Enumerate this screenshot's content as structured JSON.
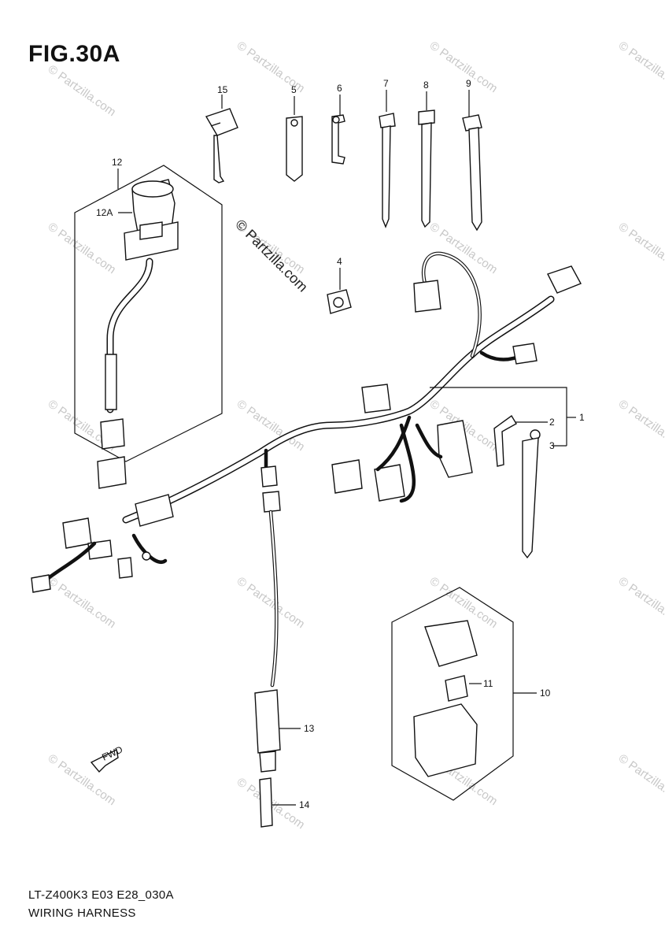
{
  "figure": {
    "title": "FIG.30A",
    "code": "LT-Z400K3 E03 E28_030A",
    "name": "WIRING HARNESS"
  },
  "watermark": {
    "center_text": "© Partzilla.com",
    "tile_text": "© Partzilla.com"
  },
  "callouts": {
    "p1": "1",
    "p2": "2",
    "p3": "3",
    "p4": "4",
    "p5": "5",
    "p6": "6",
    "p7": "7",
    "p8": "8",
    "p9": "9",
    "p10": "10",
    "p11": "11",
    "p12": "12",
    "p12a": "12A",
    "p13": "13",
    "p14": "14",
    "p15": "15"
  },
  "fwd_arrow": {
    "label": "FWD"
  }
}
